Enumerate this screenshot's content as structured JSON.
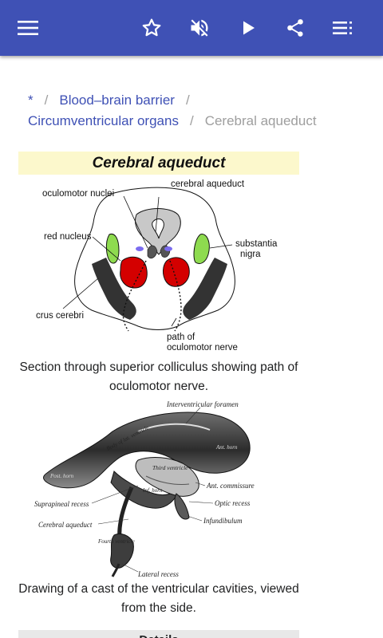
{
  "appbar": {
    "icons": [
      "menu-icon",
      "star-icon",
      "volume-off-icon",
      "play-icon",
      "share-icon",
      "playlist-icon"
    ],
    "colors": {
      "background": "#3f51b5",
      "icon": "#ffffff"
    }
  },
  "breadcrumb": {
    "home": "*",
    "separator": "/",
    "item1": "Blood–brain barrier",
    "item2": "Circumventricular organs",
    "current": "Cerebral aqueduct"
  },
  "infobox": {
    "title": "Cerebral aqueduct",
    "figure1": {
      "labels": {
        "oculomotor_nuclei": "oculomotor nuclei",
        "cerebral_aqueduct": "cerebral aqueduct",
        "red_nucleus": "red nucleus",
        "substantia": "substantia",
        "nigra": "nigra",
        "crus_cerebri": "crus cerebri",
        "path_of": "path of",
        "oculomotor_nerve": "oculomotor nerve"
      },
      "caption": "Section through superior colliculus showing path of oculomotor nerve."
    },
    "figure2": {
      "labels": {
        "interventricular_foramen": "Interventricular foramen",
        "third_ventricle": "Third ventricle",
        "ant_commissure": "Ant. commissure",
        "optic_recess": "Optic recess",
        "infundibulum": "Infundibulum",
        "suprapineal_recess": "Suprapineal recess",
        "cerebral_aqueduct": "Cerebral aqueduct",
        "lateral_recess": "Lateral recess",
        "inf_horn": "Inf. horn",
        "body_lat_ventricle": "Body of lat. ventricle",
        "ant_horn": "Ant. horn",
        "post_horn": "Post. horn",
        "fourth_ventricle": "Fourth ventricle"
      },
      "caption": "Drawing of a cast of the ventricular cavities, viewed from the side."
    },
    "details_label": "Details"
  }
}
